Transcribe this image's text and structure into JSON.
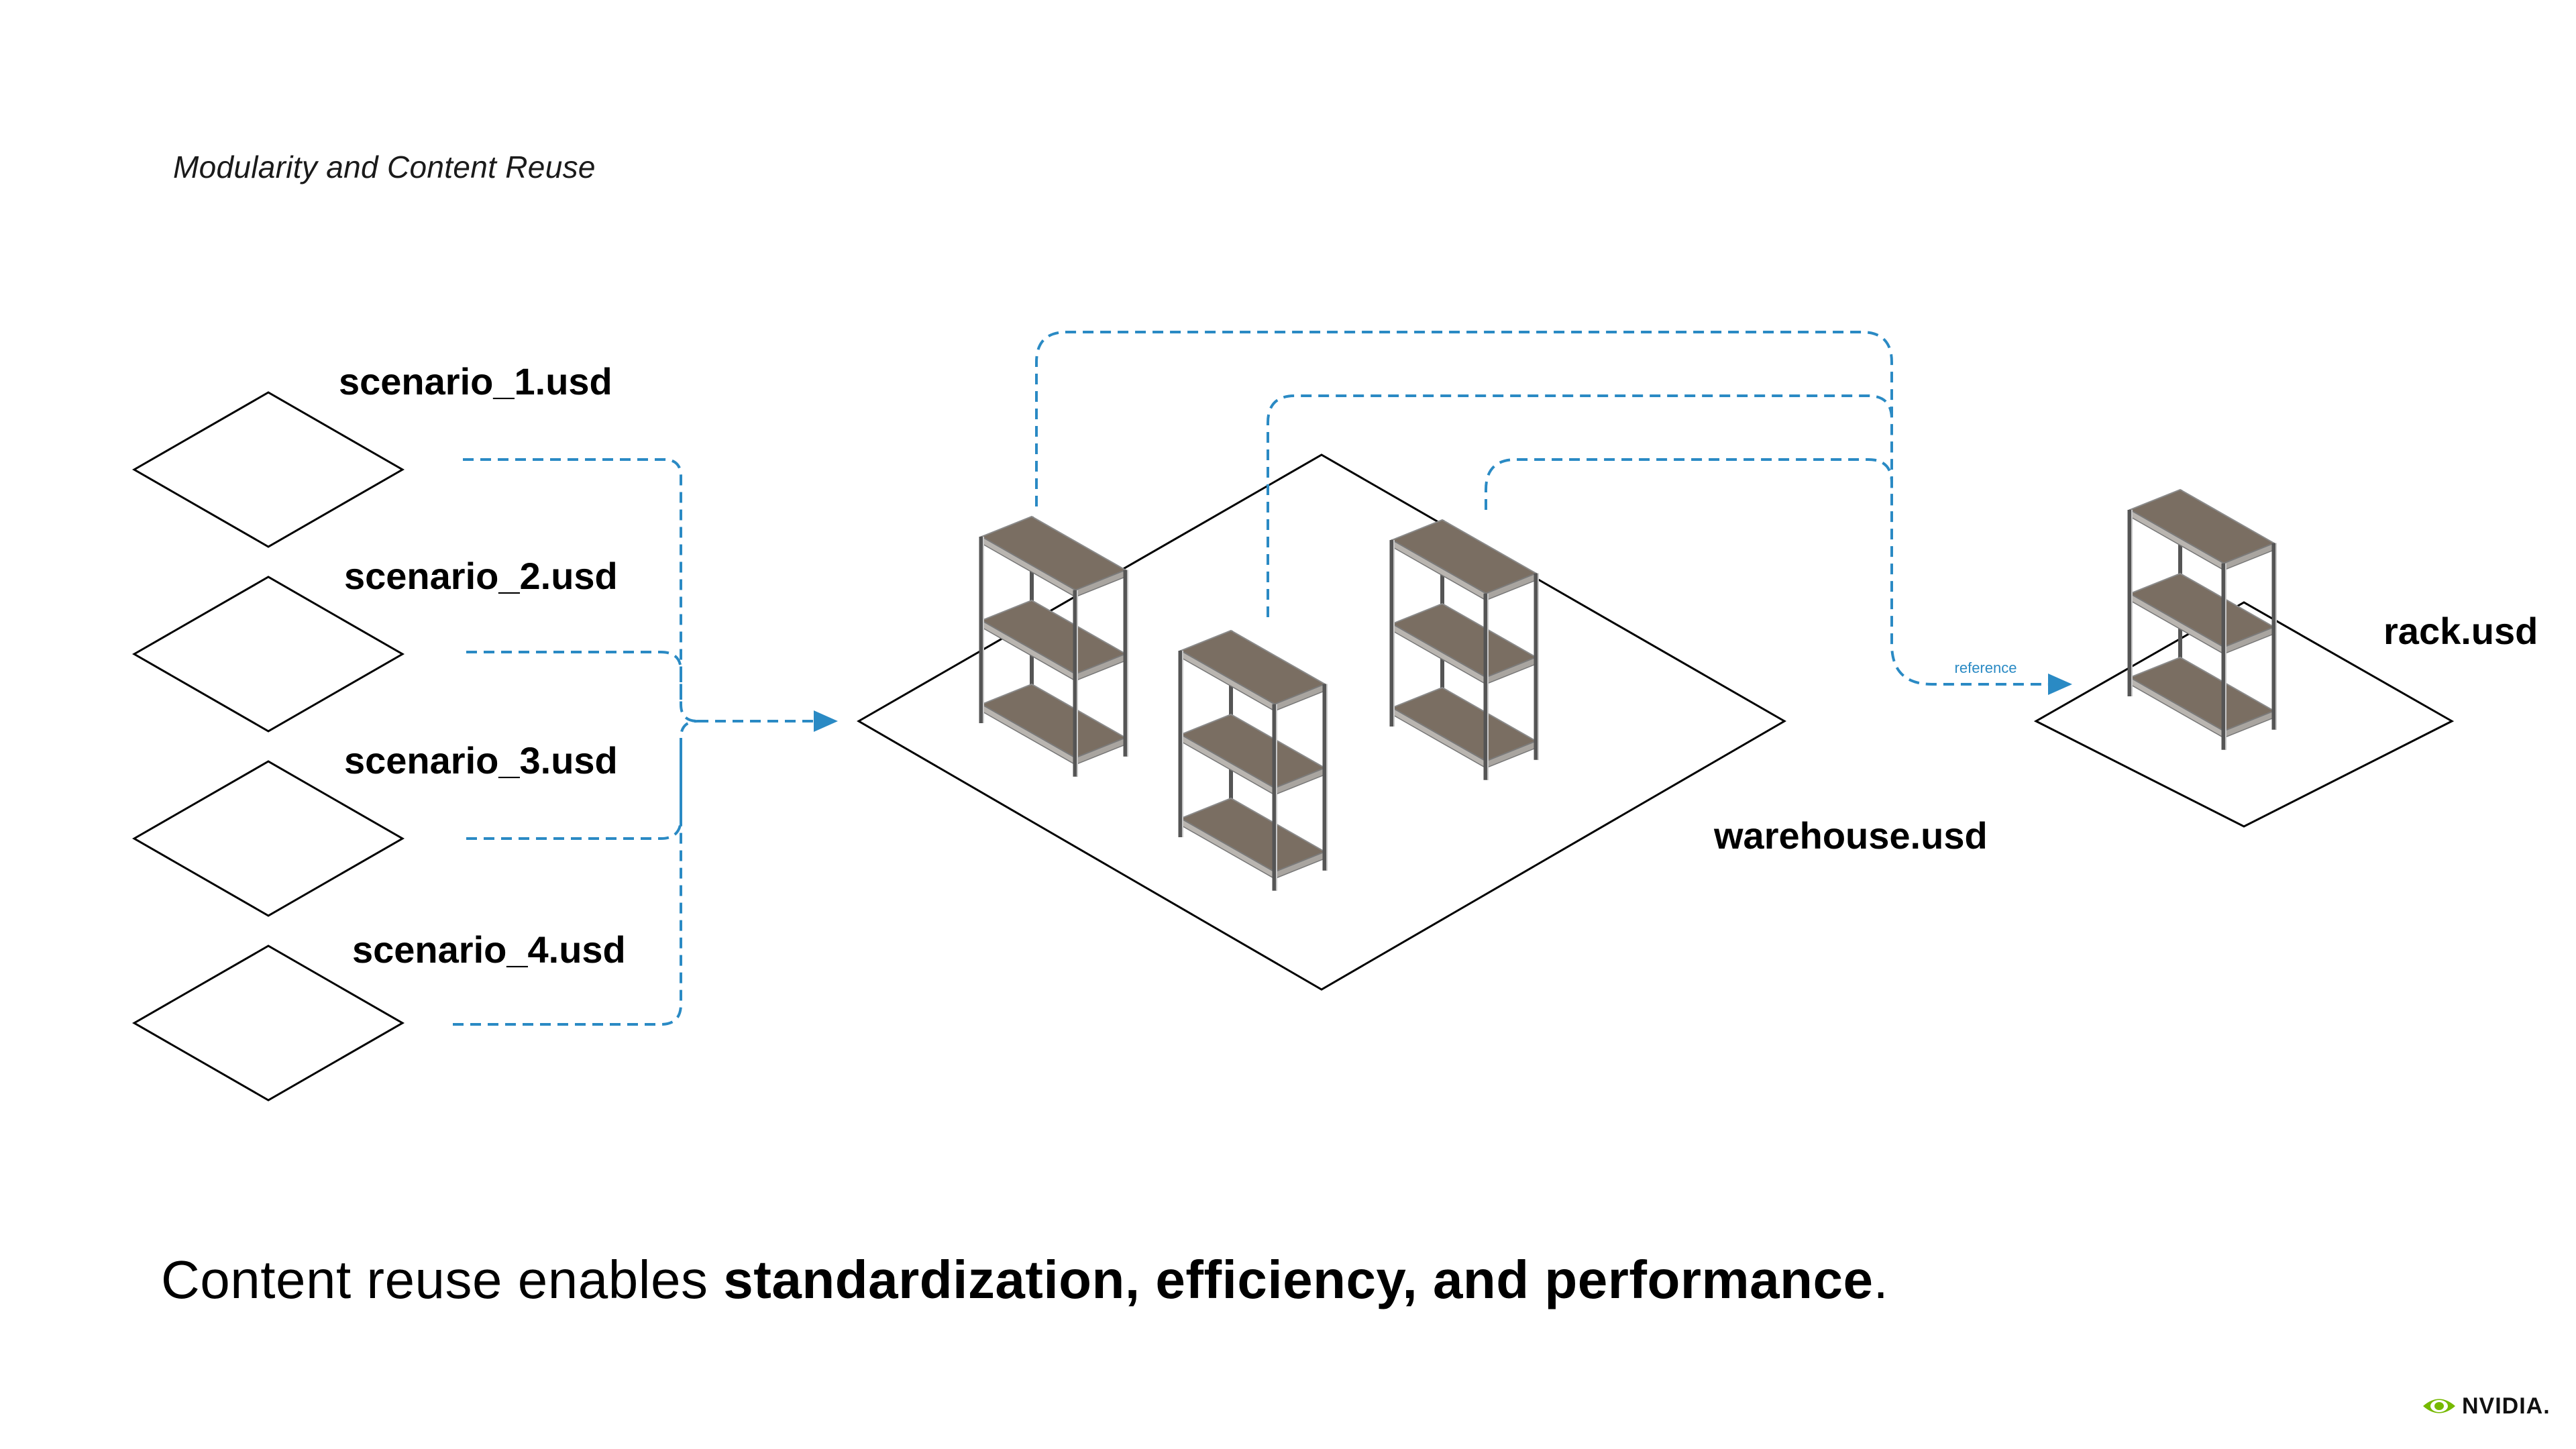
{
  "header": {
    "title": "Modularity and Content Reuse"
  },
  "scenarios": [
    {
      "label": "scenario_1.usd"
    },
    {
      "label": "scenario_2.usd"
    },
    {
      "label": "scenario_3.usd"
    },
    {
      "label": "scenario_4.usd"
    }
  ],
  "warehouse": {
    "label": "warehouse.usd"
  },
  "rack": {
    "label": "rack.usd"
  },
  "arrow": {
    "label": "reference"
  },
  "tagline": {
    "plain": "Content reuse enables ",
    "bold": "standardization, efficiency, and performance",
    "end": "."
  },
  "brand": {
    "text": "NVIDIA.",
    "logo_icon": "nvidia-eye-icon"
  },
  "colors": {
    "dashed_line": "#2a8ac4",
    "shelf_fill": "#7a6e62",
    "frame": "#555555",
    "outline": "#000000",
    "brand_green": "#76b900"
  }
}
